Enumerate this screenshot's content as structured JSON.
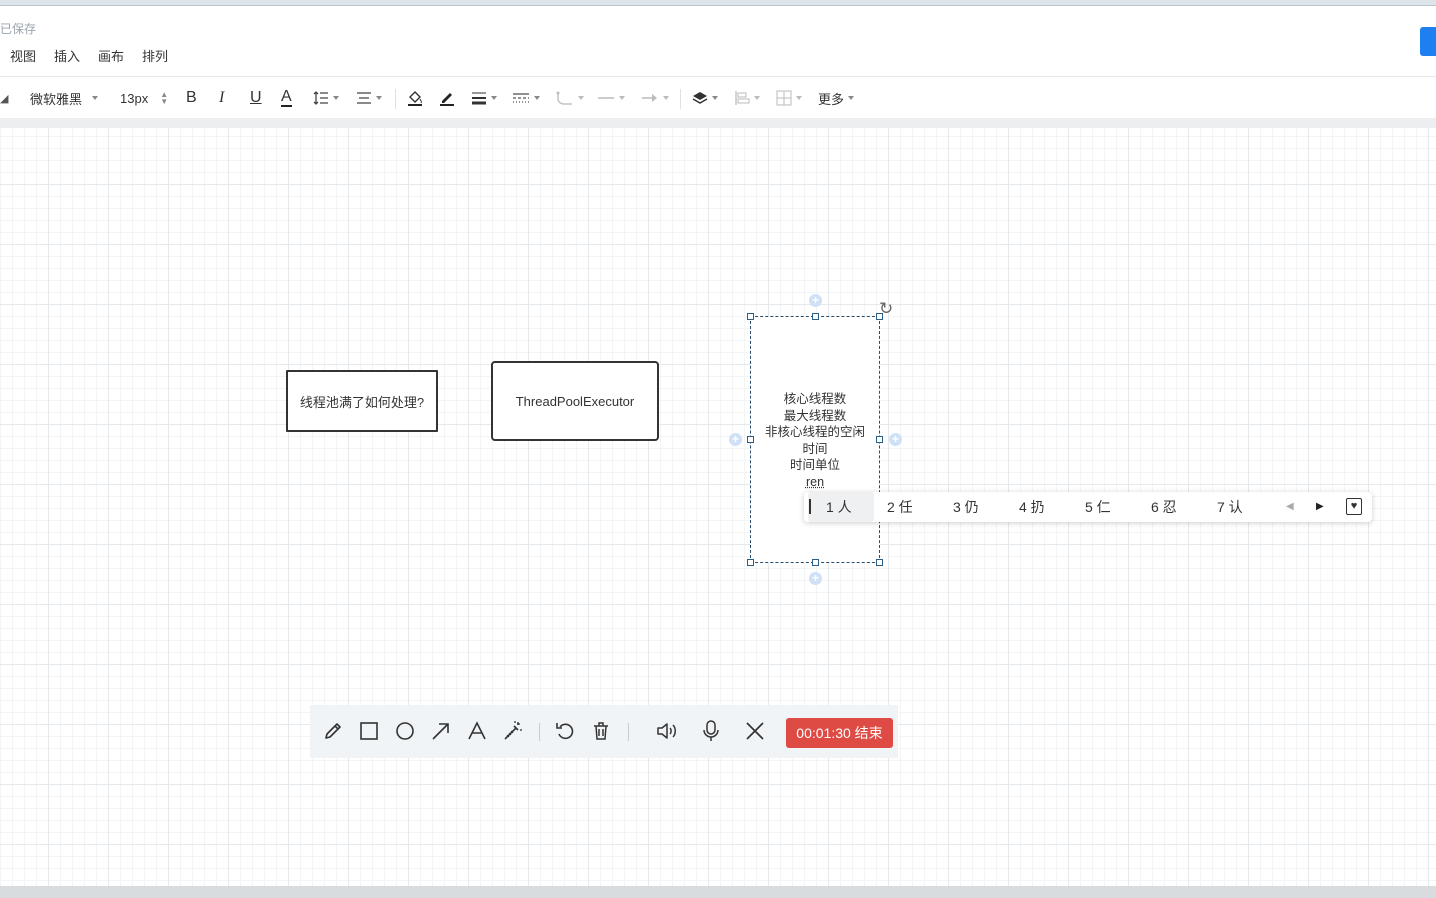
{
  "header": {
    "save_status": "已保存",
    "menu": [
      "视图",
      "插入",
      "画布",
      "排列"
    ]
  },
  "toolbar": {
    "font_family": "微软雅黑",
    "font_size": "13px",
    "more_label": "更多"
  },
  "canvas": {
    "shapes": [
      {
        "text": "线程池满了如何处理?"
      },
      {
        "text": "ThreadPoolExecutor"
      },
      {
        "lines": [
          "核心线程数",
          "最大线程数",
          "非核心线程的空闲",
          "时间",
          "时间单位"
        ],
        "typing": "ren"
      }
    ]
  },
  "ime": {
    "candidates": [
      "1 人",
      "2 任",
      "3 仍",
      "4 扔",
      "5 仁",
      "6 忍",
      "7 认"
    ],
    "selected_index": 0
  },
  "drawbar": {
    "tools": [
      "pencil-icon",
      "rectangle-icon",
      "circle-icon",
      "arrow-icon",
      "text-icon",
      "magic-wand-icon",
      "undo-icon",
      "trash-icon",
      "speaker-icon",
      "microphone-icon",
      "close-icon"
    ],
    "timer_label": "00:01:30 结束",
    "timer_color": "#de4b45"
  },
  "colors": {
    "accent": "#1d7ff0",
    "selection": "#2a5f8a"
  }
}
